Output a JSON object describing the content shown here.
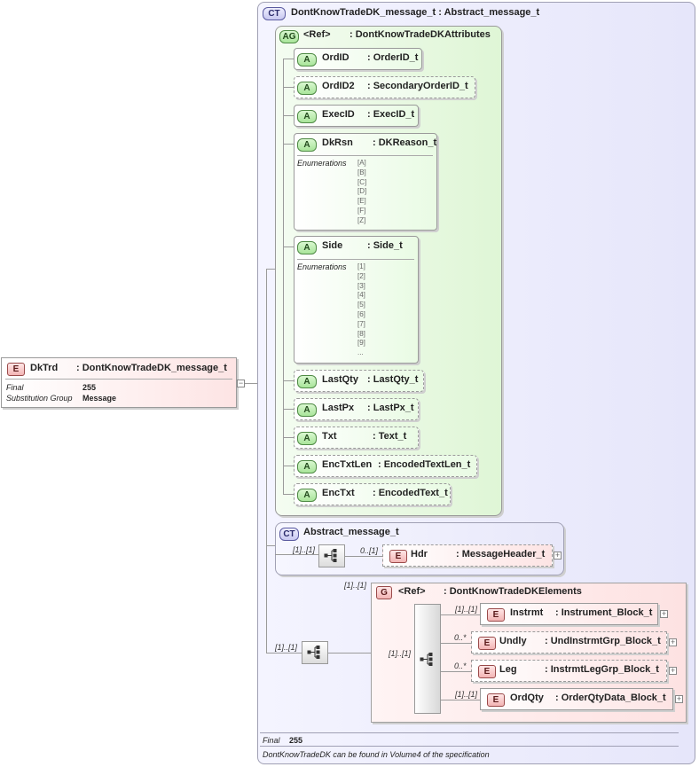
{
  "root": {
    "badge": "E",
    "name": "DkTrd",
    "type": ": DontKnowTradeDK_message_t",
    "props": [
      {
        "key": "Final",
        "value": "255"
      },
      {
        "key": "Substitution Group",
        "value": "Message"
      }
    ]
  },
  "complex_type": {
    "badge": "CT",
    "title": "DontKnowTradeDK_message_t : Abstract_message_t",
    "footer": {
      "final_label": "Final",
      "final_value": "255",
      "note": "DontKnowTradeDK can be found in Volume4 of the specification"
    }
  },
  "attr_group": {
    "badge": "AG",
    "ref": "<Ref>",
    "name": ": DontKnowTradeDKAttributes",
    "attributes": [
      {
        "badge": "A",
        "name": "OrdID",
        "type": ": OrderID_t"
      },
      {
        "badge": "A",
        "name": "OrdID2",
        "type": ": SecondaryOrderID_t"
      },
      {
        "badge": "A",
        "name": "ExecID",
        "type": ": ExecID_t"
      },
      {
        "badge": "A",
        "name": "DkRsn",
        "type": ": DKReason_t"
      },
      {
        "badge": "A",
        "name": "Side",
        "type": ": Side_t"
      },
      {
        "badge": "A",
        "name": "LastQty",
        "type": ": LastQty_t"
      },
      {
        "badge": "A",
        "name": "LastPx",
        "type": ": LastPx_t"
      },
      {
        "badge": "A",
        "name": "Txt",
        "type": ": Text_t"
      },
      {
        "badge": "A",
        "name": "EncTxtLen",
        "type": ": EncodedTextLen_t"
      },
      {
        "badge": "A",
        "name": "EncTxt",
        "type": ": EncodedText_t"
      }
    ],
    "enum_label": "Enumerations",
    "dkrsn_enums": [
      "[A]",
      "[B]",
      "[C]",
      "[D]",
      "[E]",
      "[F]",
      "[Z]"
    ],
    "side_enums": [
      "[1]",
      "[2]",
      "[3]",
      "[4]",
      "[5]",
      "[6]",
      "[7]",
      "[8]",
      "[9]",
      "..."
    ]
  },
  "abstract": {
    "badge": "CT",
    "title": "Abstract_message_t",
    "seq_card": "[1]..[1]",
    "hdr_card": "0..[1]",
    "hdr": {
      "badge": "E",
      "name": "Hdr",
      "type": ": MessageHeader_t"
    }
  },
  "elements_group": {
    "outer_card": "[1]..[1]",
    "seq_card": "[1]..[1]",
    "group_card": "[1]..[1]",
    "badge": "G",
    "ref": "<Ref>",
    "name": ": DontKnowTradeDKElements",
    "inner_seq_card": "[1]..[1]",
    "children": [
      {
        "card": "[1]..[1]",
        "badge": "E",
        "name": "Instrmt",
        "type": ": Instrument_Block_t"
      },
      {
        "card": "0..*",
        "badge": "E",
        "name": "Undly",
        "type": ": UndInstrmtGrp_Block_t"
      },
      {
        "card": "0..*",
        "badge": "E",
        "name": "Leg",
        "type": ": InstrmtLegGrp_Block_t"
      },
      {
        "card": "[1]..[1]",
        "badge": "E",
        "name": "OrdQty",
        "type": ": OrderQtyData_Block_t"
      }
    ]
  }
}
